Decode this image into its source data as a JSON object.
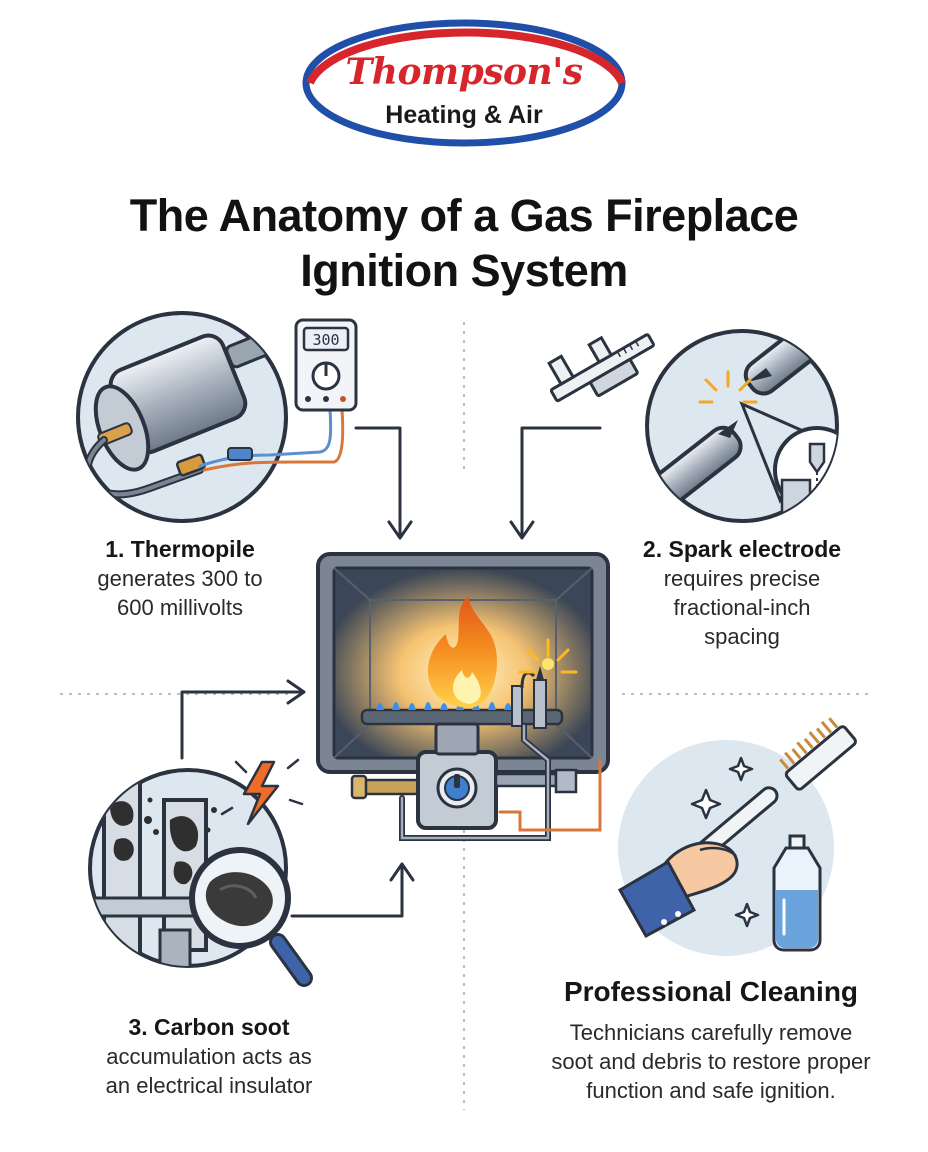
{
  "logo": {
    "brand": "Thompson's",
    "tagline": "Heating & Air",
    "colors": {
      "red": "#d6262b",
      "blue": "#1f4fa8"
    }
  },
  "title": {
    "line1": "The Anatomy of a Gas Fireplace",
    "line2": "Ignition System"
  },
  "meter": {
    "display": "300"
  },
  "sections": {
    "thermopile": {
      "heading": "1. Thermopile",
      "lines": [
        "generates 300 to",
        "600 millivolts"
      ]
    },
    "spark_electrode": {
      "heading": "2. Spark electrode",
      "lines": [
        "requires precise",
        "fractional-inch",
        "spacing"
      ]
    },
    "carbon_soot": {
      "heading": "3. Carbon soot",
      "lines": [
        "accumulation acts as",
        "an electrical insulator"
      ]
    },
    "cleaning": {
      "heading": "Professional Cleaning",
      "lines": [
        "Technicians carefully remove",
        "soot and debris to restore proper",
        "function and safe ignition."
      ]
    }
  },
  "icons": [
    "thermopile-icon",
    "multimeter-icon",
    "caliper-icon",
    "spark-electrode-icon",
    "fireplace-icon",
    "soot-icon",
    "magnifier-icon",
    "lightning-icon",
    "cleaning-brush-icon",
    "spray-bottle-icon"
  ],
  "palette": {
    "circle_bg": "#dde7ef",
    "outline": "#2b3340",
    "flame_orange": "#f58a1f",
    "flame_yellow": "#ffd24a",
    "burner_blue": "#3f8fe8",
    "wire_orange": "#d9773a",
    "wire_blue": "#5a8fd0"
  }
}
